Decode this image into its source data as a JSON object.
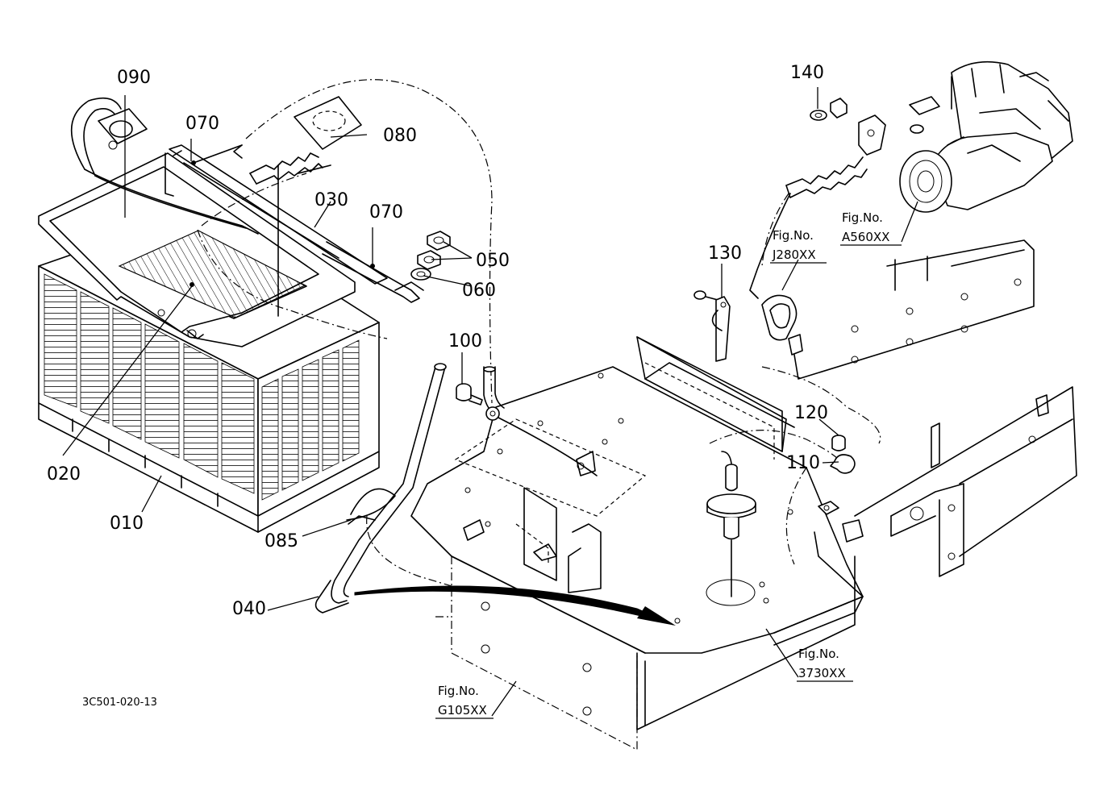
{
  "drawing_code": "3C501-020-13",
  "parts": {
    "p010": "010",
    "p020": "020",
    "p030": "030",
    "p040": "040",
    "p050": "050",
    "p060": "060",
    "p070a": "070",
    "p070b": "070",
    "p080": "080",
    "p085": "085",
    "p090": "090",
    "p100": "100",
    "p110": "110",
    "p120": "120",
    "p130": "130",
    "p140": "140"
  },
  "figure_refs": {
    "a560": {
      "label": "Fig.No.",
      "code": "A560XX"
    },
    "j280": {
      "label": "Fig.No.",
      "code": "J280XX"
    },
    "f3730": {
      "label": "Fig.No.",
      "code": "3730XX"
    },
    "g105": {
      "label": "Fig.No.",
      "code": "G105XX"
    }
  }
}
